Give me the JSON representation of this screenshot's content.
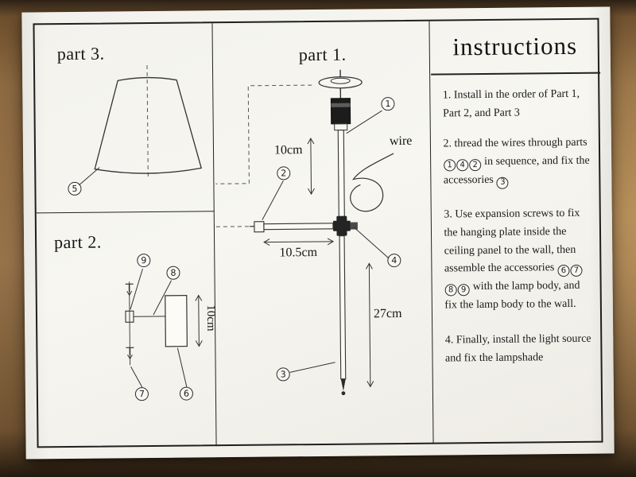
{
  "panels": {
    "part3": {
      "title": "part 3.",
      "num5": "5"
    },
    "part2": {
      "title": "part 2.",
      "num6": "6",
      "num7": "7",
      "num8": "8",
      "num9": "9",
      "dim_10cm": "10cm"
    },
    "part1": {
      "title": "part 1.",
      "num1": "1",
      "num2": "2",
      "num3": "3",
      "num4": "4",
      "wire_label": "wire",
      "dim_10cm": "10cm",
      "dim_10_5cm": "10.5cm",
      "dim_27cm": "27cm"
    },
    "instructions": {
      "title": "instructions",
      "step1": "1. Install in the order of Part 1, Part 2, and Part 3",
      "step2_a": "2. thread the wires through parts",
      "step2_b": "in sequence, and fix the accessories",
      "step2_nums": {
        "a": "1",
        "b": "4",
        "c": "2",
        "d": "3"
      },
      "step3_a": "3. Use expansion screws to fix the hanging plate inside the ceiling panel to the wall, then assemble the accessories",
      "step3_b": "with the lamp body, and fix the lamp body to the wall.",
      "step3_nums": {
        "a": "6",
        "b": "7",
        "c": "8",
        "d": "9"
      },
      "step4": "4. Finally, install the light source and fix the lampshade"
    }
  },
  "colors": {
    "ink": "#1c1c1c",
    "line": "#333333",
    "paper": "#f4f3ee"
  }
}
